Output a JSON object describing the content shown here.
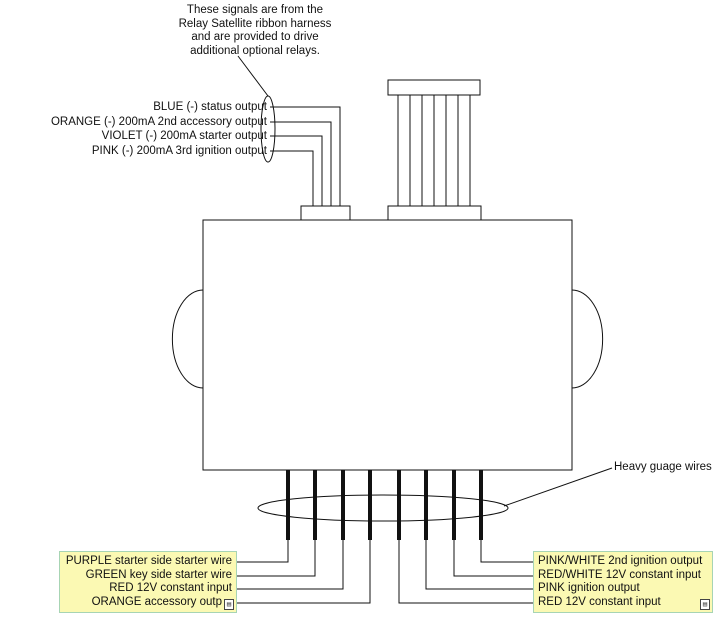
{
  "top_note": [
    "These signals are from the",
    "Relay Satellite ribbon harness",
    "and are provided to drive",
    "additional optional relays."
  ],
  "relay_box": {
    "lines": [
      "Relay Satellite",
      "ribbon harness"
    ]
  },
  "left_outputs": [
    "BLUE (-) status output",
    "ORANGE (-) 200mA 2nd accessory output",
    "VIOLET   (-) 200mA starter output",
    "PINK (-) 200mA 3rd ignition output"
  ],
  "heavy_label": "Heavy guage wires",
  "bottom_left_box": [
    "PURPLE starter side starter wire",
    "GREEN key side starter wire",
    "RED 12V constant input",
    "ORANGE accessory outp"
  ],
  "bottom_right_box": [
    "PINK/WHITE 2nd ignition output",
    "RED/WHITE 12V constant input",
    "PINK ignition output",
    "RED 12V constant input"
  ]
}
